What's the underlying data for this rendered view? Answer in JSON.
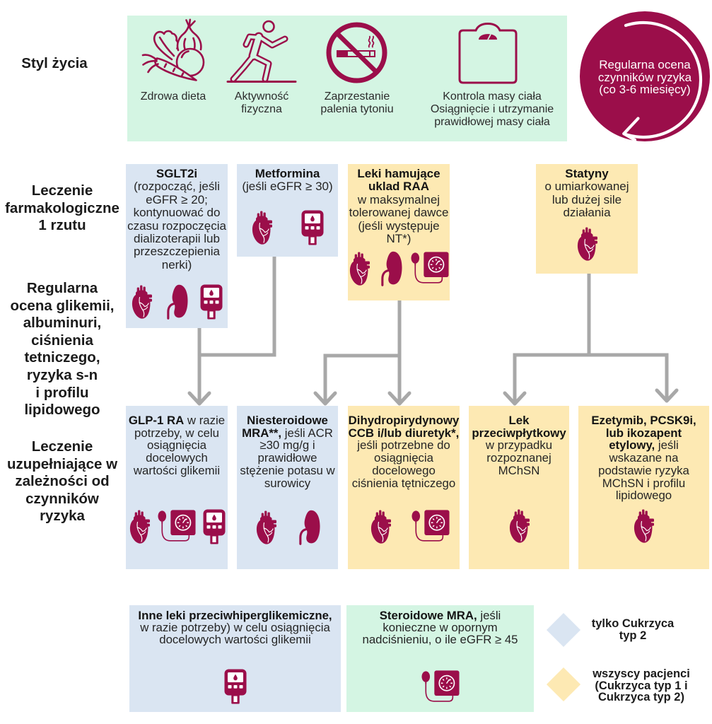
{
  "colors": {
    "mint": "#d4f5e3",
    "blue": "#dae5f2",
    "yellow": "#fde9b3",
    "accent": "#9b0e4a",
    "connector": "#a8a8a8"
  },
  "row_labels": {
    "lifestyle": "Styl życia",
    "first_line": "Leczenie\nfarmakologiczne\n1 rzutu",
    "monitoring": "Regularna\nocena glikemii,\nalbuminuri,\nciśnienia\ntetniczego,\nryzyka s-n\ni profilu\nlipidowego",
    "add_on": "Leczenie\nuzupełniające w\nzależności od\nczynników\nryzyka"
  },
  "lifestyle": {
    "fill": "mint",
    "items": [
      {
        "icon": "vegetables",
        "label": "Zdrowa dieta"
      },
      {
        "icon": "running-person",
        "label": "Aktywność\nfizyczna"
      },
      {
        "icon": "no-smoking",
        "label": "Zaprzestanie\npalenia tytoniu"
      },
      {
        "icon": "weighing-scale",
        "label": "Kontrola masy ciała\nOsiągnięcie i utrzymanie\nprawidłowej masy ciała"
      }
    ]
  },
  "reassessment": {
    "icon": "cycle-arrow",
    "text": "Regularna ocena\nczynników ryzyka\n(co 3-6 miesięcy)"
  },
  "first_line": [
    {
      "fill": "blue",
      "bold": "SGLT2i",
      "text": "\n(rozpocząć, jeśli\neGFR ≥ 20;\nkontynuować do\nczasu rozpoczęcia\ndializoterapii lub\nprzeszczepienia\nnerki)",
      "icons": [
        "heart",
        "kidney",
        "glucometer"
      ]
    },
    {
      "fill": "blue",
      "bold": "Metformina",
      "text": "\n(jeśli eGFR ≥ 30)",
      "icons": [
        "heart",
        "glucometer"
      ]
    },
    {
      "fill": "yellow",
      "bold": "Leki hamujące\nuklad RAA",
      "text": "\nw maksymalnej\ntolerowanej dawce\n(jeśli występuje\nNT*)",
      "icons": [
        "heart",
        "kidney",
        "blood-pressure-monitor"
      ]
    },
    {
      "fill": "yellow",
      "bold": "Statyny",
      "text": "\no umiarkowanej\nlub dużej sile\ndziałania",
      "icons": [
        "heart"
      ]
    }
  ],
  "add_on": [
    {
      "fill": "blue",
      "bold": "GLP-1 RA",
      "text": " w razie\npotrzeby, w celu\nosiągnięcia\ndocelowych\nwartości glikemii",
      "icons": [
        "heart",
        "blood-pressure-monitor",
        "glucometer"
      ]
    },
    {
      "fill": "blue",
      "bold": "Niesteroidowe\nMRA**,",
      "text": " jeśli ACR\n≥30 mg/g i\nprawidłowe\nstężenie potasu w\nsurowicy",
      "icons": [
        "heart",
        "kidney"
      ]
    },
    {
      "fill": "yellow",
      "bold": "Dihydropirydynowy\nCCB i/lub diuretyk*,",
      "text": "\njeśli potrzebne do\nosiągnięcia\ndocelowego\nciśnienia tętniczego",
      "icons": [
        "heart",
        "blood-pressure-monitor"
      ]
    },
    {
      "fill": "yellow",
      "bold": "Lek\nprzeciwpłytkowy",
      "text": "\nw przypadku\nrozpoznanej\nMChSN",
      "icons": [
        "heart"
      ]
    },
    {
      "fill": "yellow",
      "bold": "Ezetymib, PCSK9i,\nlub ikozapent\netylowy,",
      "text": " jeśli\nwskazane na\npodstawie ryzyka\nMChSN i profilu\nlipidowego",
      "icons": [
        "heart"
      ]
    }
  ],
  "other": [
    {
      "fill": "blue",
      "bold": "Inne leki przeciwhiperglikemiczne,",
      "text": "\nw razie potrzeby) w celu osiągnięcia\ndocelowych wartości glikemii",
      "icons": [
        "glucometer"
      ]
    },
    {
      "fill": "mint",
      "bold": "Steroidowe MRA,",
      "text": " jeśli\nkonieczne w opornym\nnadciśnieniu, o ile eGFR ≥ 45",
      "icons": [
        "blood-pressure-monitor"
      ]
    }
  ],
  "legend": [
    {
      "fill": "blue",
      "label": "tylko Cukrzyca\ntyp 2"
    },
    {
      "fill": "yellow",
      "label": "wszyscy pacjenci\n(Cukrzyca typ 1 i\nCukrzyca typ 2)"
    }
  ]
}
